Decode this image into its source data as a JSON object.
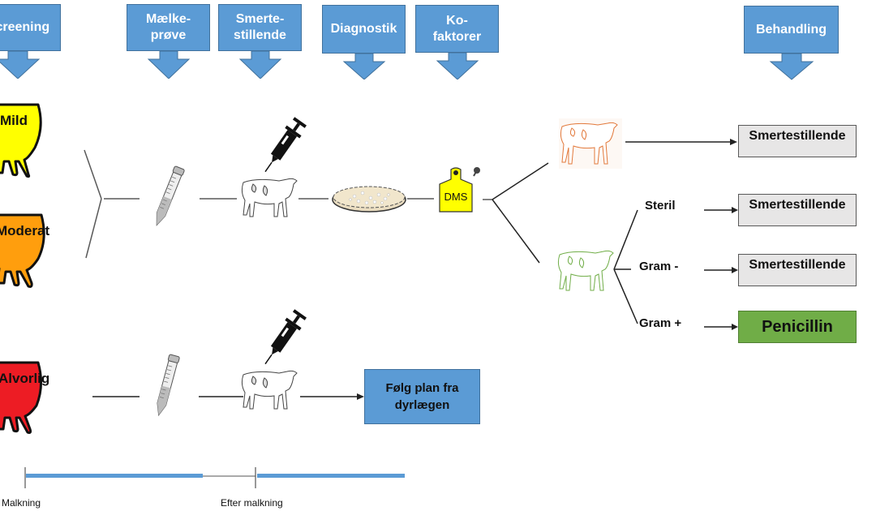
{
  "headers": [
    {
      "id": "screening",
      "label": "Screening"
    },
    {
      "id": "maelkeprove",
      "label": "Mælke-\nprøve"
    },
    {
      "id": "smertestillende",
      "label": "Smerte-\nstillende"
    },
    {
      "id": "diagnostik",
      "label": "Diagnostik"
    },
    {
      "id": "kofaktorer",
      "label": "Ko-\nfaktorer"
    },
    {
      "id": "behandling",
      "label": "Behandling"
    }
  ],
  "severity": [
    {
      "label": "Mild",
      "color": "#ffff00"
    },
    {
      "label": "Moderat",
      "color": "#ff9e0d"
    },
    {
      "label": "Alvorlig",
      "color": "#ed1c24"
    }
  ],
  "ear_tag": {
    "label": "DMS",
    "color": "#ffff00"
  },
  "branches": {
    "steril": "Steril",
    "gram_neg": "Gram -",
    "gram_pos": "Gram +"
  },
  "results": {
    "top": "Smertestillende",
    "steril": "Smertestillende",
    "gram_neg": "Smertestillende",
    "gram_pos": "Penicillin"
  },
  "plan_box": "Følg plan fra dyrlægen",
  "timeline": {
    "start_label": "Malkning",
    "mid_label": "Efter malkning"
  },
  "colors": {
    "header_blue": "#5b9bd5",
    "result_gray": "#e7e6e6",
    "penicillin_green": "#70ad47",
    "cow_orange": "#e2783a",
    "cow_green": "#70ad47"
  }
}
